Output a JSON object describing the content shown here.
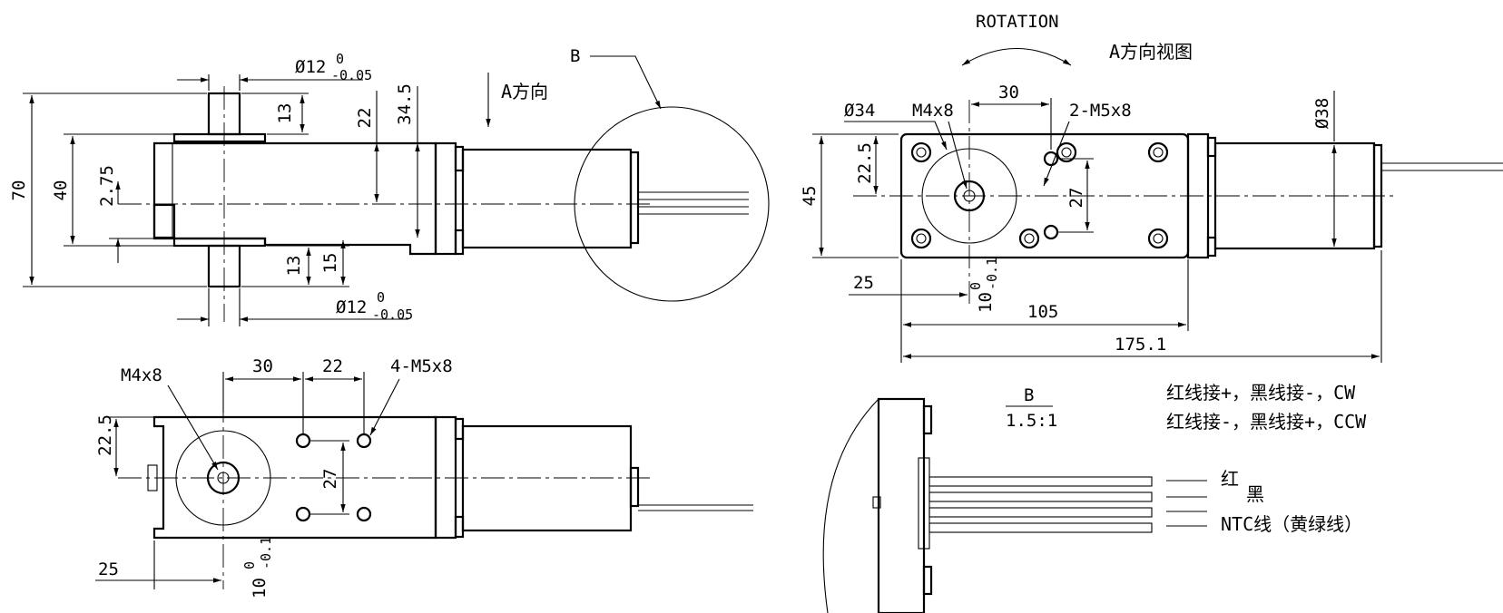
{
  "top_left_view": {
    "dim_overall_height": "70",
    "dim_gearbox_height": "40",
    "dim_offset": "2.75",
    "dim_shaft_top": "Ø12",
    "dim_shaft_top_tol_upper": "0",
    "dim_shaft_top_tol_lower": "-0.05",
    "dim_shaft_top_length": "13",
    "dim_shaft_bottom": "Ø12",
    "dim_shaft_bottom_tol_upper": "0",
    "dim_shaft_bottom_tol_lower": "-0.05",
    "dim_shaft_bottom_length": "13",
    "dim_shaft_bottom_total": "15",
    "dim_half_height": "22",
    "dim_total_height": "34.5",
    "direction_label": "A方向"
  },
  "detail_b_label": "B",
  "top_right_view": {
    "rotation_label": "ROTATION",
    "view_title": "A方向视图",
    "dim_flange_dia": "Ø34",
    "dim_thread_center": "M4x8",
    "dim_holes_spacing": "30",
    "dim_mount_holes": "2-M5x8",
    "dim_motor_dia": "Ø38",
    "dim_vertical_half": "22.5",
    "dim_height": "45",
    "dim_hole_pitch": "27",
    "dim_edge_offset": "25",
    "dim_shaft_dia": "10",
    "dim_shaft_tol_upper": "0",
    "dim_shaft_tol_lower": "-0.1",
    "dim_gearbox_length": "105",
    "dim_total_length": "175.1"
  },
  "bottom_left_view": {
    "dim_thread_center": "M4x8",
    "dim_spacing_a": "30",
    "dim_spacing_b": "22",
    "dim_mount_holes": "4-M5x8",
    "dim_vertical_half": "22.5",
    "dim_hole_pitch": "27",
    "dim_edge_offset": "25",
    "dim_shaft_dia": "10",
    "dim_shaft_tol_upper": "0",
    "dim_shaft_tol_lower": "-0.1"
  },
  "detail_b": {
    "title": "B",
    "scale": "1.5:1",
    "note_line_1": "红线接+，黑线接-，CW",
    "note_line_2": "红线接-，黑线接+，CCW",
    "wire_red": "红",
    "wire_black": "黑",
    "wire_ntc": "NTC线（黄绿线）"
  }
}
